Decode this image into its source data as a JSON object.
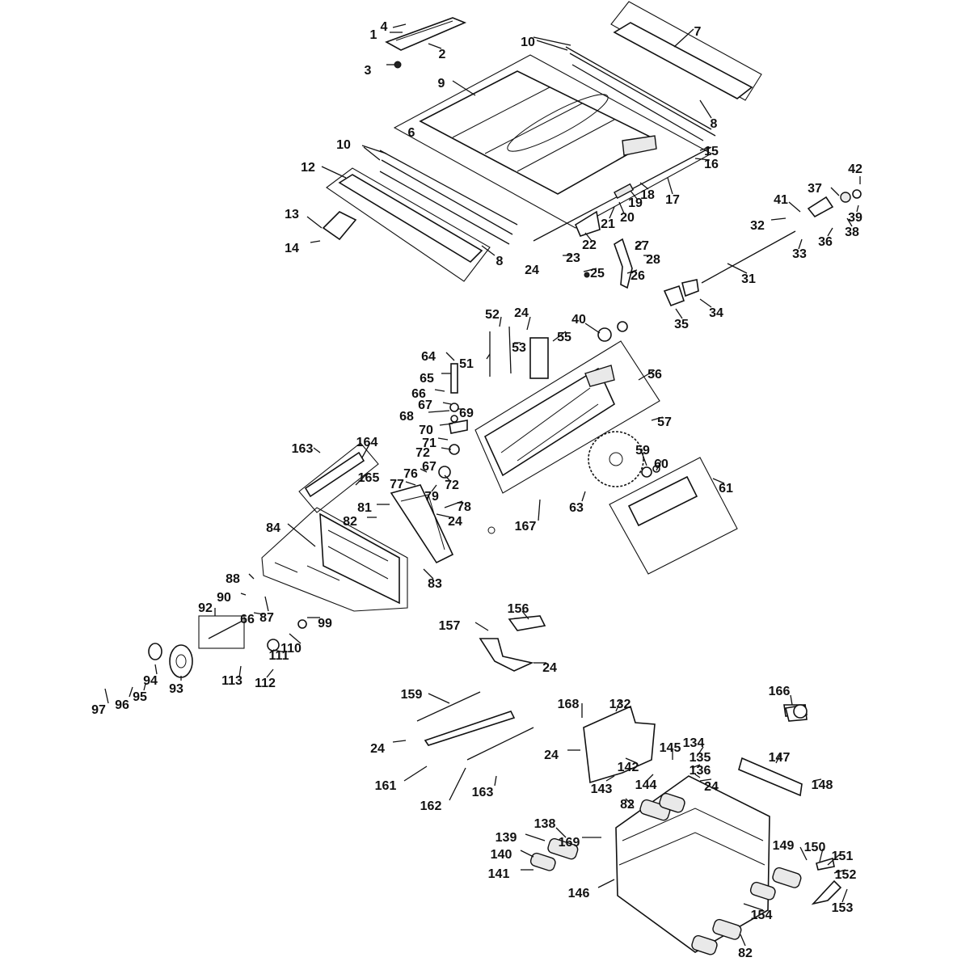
{
  "diagram": {
    "type": "exploded parts diagram"
  },
  "labels": [
    {
      "id": "l1",
      "text": "1"
    },
    {
      "id": "l2",
      "text": "2"
    },
    {
      "id": "l3",
      "text": "3"
    },
    {
      "id": "l4",
      "text": "4"
    },
    {
      "id": "l6",
      "text": "6"
    },
    {
      "id": "l7",
      "text": "7"
    },
    {
      "id": "l8a",
      "text": "8"
    },
    {
      "id": "l8b",
      "text": "8"
    },
    {
      "id": "l9",
      "text": "9"
    },
    {
      "id": "l10a",
      "text": "10"
    },
    {
      "id": "l10b",
      "text": "10"
    },
    {
      "id": "l12",
      "text": "12"
    },
    {
      "id": "l13",
      "text": "13"
    },
    {
      "id": "l14",
      "text": "14"
    },
    {
      "id": "l15",
      "text": "15"
    },
    {
      "id": "l16",
      "text": "16"
    },
    {
      "id": "l17",
      "text": "17"
    },
    {
      "id": "l18",
      "text": "18"
    },
    {
      "id": "l19",
      "text": "19"
    },
    {
      "id": "l20",
      "text": "20"
    },
    {
      "id": "l21",
      "text": "21"
    },
    {
      "id": "l22",
      "text": "22"
    },
    {
      "id": "l23",
      "text": "23"
    },
    {
      "id": "l24a",
      "text": "24"
    },
    {
      "id": "l25",
      "text": "25"
    },
    {
      "id": "l26",
      "text": "26"
    },
    {
      "id": "l27",
      "text": "27"
    },
    {
      "id": "l28",
      "text": "28"
    },
    {
      "id": "l31",
      "text": "31"
    },
    {
      "id": "l32",
      "text": "32"
    },
    {
      "id": "l33",
      "text": "33"
    },
    {
      "id": "l34",
      "text": "34"
    },
    {
      "id": "l35",
      "text": "35"
    },
    {
      "id": "l36",
      "text": "36"
    },
    {
      "id": "l37",
      "text": "37"
    },
    {
      "id": "l38",
      "text": "38"
    },
    {
      "id": "l39",
      "text": "39"
    },
    {
      "id": "l40",
      "text": "40"
    },
    {
      "id": "l41",
      "text": "41"
    },
    {
      "id": "l42",
      "text": "42"
    },
    {
      "id": "l51",
      "text": "51"
    },
    {
      "id": "l52",
      "text": "52"
    },
    {
      "id": "l53",
      "text": "53"
    },
    {
      "id": "l24b",
      "text": "24"
    },
    {
      "id": "l55",
      "text": "55"
    },
    {
      "id": "l56",
      "text": "56"
    },
    {
      "id": "l57",
      "text": "57"
    },
    {
      "id": "l59",
      "text": "59"
    },
    {
      "id": "l60",
      "text": "60"
    },
    {
      "id": "l61",
      "text": "61"
    },
    {
      "id": "l63",
      "text": "63"
    },
    {
      "id": "l64",
      "text": "64"
    },
    {
      "id": "l65",
      "text": "65"
    },
    {
      "id": "l66a",
      "text": "66"
    },
    {
      "id": "l67a",
      "text": "67"
    },
    {
      "id": "l68",
      "text": "68"
    },
    {
      "id": "l69",
      "text": "69"
    },
    {
      "id": "l70",
      "text": "70"
    },
    {
      "id": "l71",
      "text": "71"
    },
    {
      "id": "l72a",
      "text": "72"
    },
    {
      "id": "l67b",
      "text": "67"
    },
    {
      "id": "l72b",
      "text": "72"
    },
    {
      "id": "l76",
      "text": "76"
    },
    {
      "id": "l77",
      "text": "77"
    },
    {
      "id": "l79",
      "text": "79"
    },
    {
      "id": "l78",
      "text": "78"
    },
    {
      "id": "l24c",
      "text": "24"
    },
    {
      "id": "l81",
      "text": "81"
    },
    {
      "id": "l82a",
      "text": "82"
    },
    {
      "id": "l83",
      "text": "83"
    },
    {
      "id": "l84",
      "text": "84"
    },
    {
      "id": "l163a",
      "text": "163"
    },
    {
      "id": "l164",
      "text": "164"
    },
    {
      "id": "l165",
      "text": "165"
    },
    {
      "id": "l167",
      "text": "167"
    },
    {
      "id": "l87",
      "text": "87"
    },
    {
      "id": "l88",
      "text": "88"
    },
    {
      "id": "l90",
      "text": "90"
    },
    {
      "id": "l92",
      "text": "92"
    },
    {
      "id": "l66b",
      "text": "66"
    },
    {
      "id": "l93",
      "text": "93"
    },
    {
      "id": "l94",
      "text": "94"
    },
    {
      "id": "l95",
      "text": "95"
    },
    {
      "id": "l96",
      "text": "96"
    },
    {
      "id": "l97",
      "text": "97"
    },
    {
      "id": "l99",
      "text": "99"
    },
    {
      "id": "l110",
      "text": "110"
    },
    {
      "id": "l111",
      "text": "111"
    },
    {
      "id": "l112",
      "text": "112"
    },
    {
      "id": "l113",
      "text": "113"
    },
    {
      "id": "l156",
      "text": "156"
    },
    {
      "id": "l157",
      "text": "157"
    },
    {
      "id": "l24d",
      "text": "24"
    },
    {
      "id": "l159",
      "text": "159"
    },
    {
      "id": "l24e",
      "text": "24"
    },
    {
      "id": "l161",
      "text": "161"
    },
    {
      "id": "l162",
      "text": "162"
    },
    {
      "id": "l163b",
      "text": "163"
    },
    {
      "id": "l166",
      "text": "166"
    },
    {
      "id": "l168",
      "text": "168"
    },
    {
      "id": "l132",
      "text": "132"
    },
    {
      "id": "l24f",
      "text": "24"
    },
    {
      "id": "l145",
      "text": "145"
    },
    {
      "id": "l134",
      "text": "134"
    },
    {
      "id": "l135",
      "text": "135"
    },
    {
      "id": "l136",
      "text": "136"
    },
    {
      "id": "l24g",
      "text": "24"
    },
    {
      "id": "l142",
      "text": "142"
    },
    {
      "id": "l143",
      "text": "143"
    },
    {
      "id": "l144",
      "text": "144"
    },
    {
      "id": "l82b",
      "text": "82"
    },
    {
      "id": "l147",
      "text": "147"
    },
    {
      "id": "l148",
      "text": "148"
    },
    {
      "id": "l138",
      "text": "138"
    },
    {
      "id": "l139",
      "text": "139"
    },
    {
      "id": "l140",
      "text": "140"
    },
    {
      "id": "l141",
      "text": "141"
    },
    {
      "id": "l169",
      "text": "169"
    },
    {
      "id": "l146",
      "text": "146"
    },
    {
      "id": "l149",
      "text": "149"
    },
    {
      "id": "l150",
      "text": "150"
    },
    {
      "id": "l151",
      "text": "151"
    },
    {
      "id": "l152",
      "text": "152"
    },
    {
      "id": "l153",
      "text": "153"
    },
    {
      "id": "l154",
      "text": "154"
    },
    {
      "id": "l82c",
      "text": "82"
    }
  ]
}
